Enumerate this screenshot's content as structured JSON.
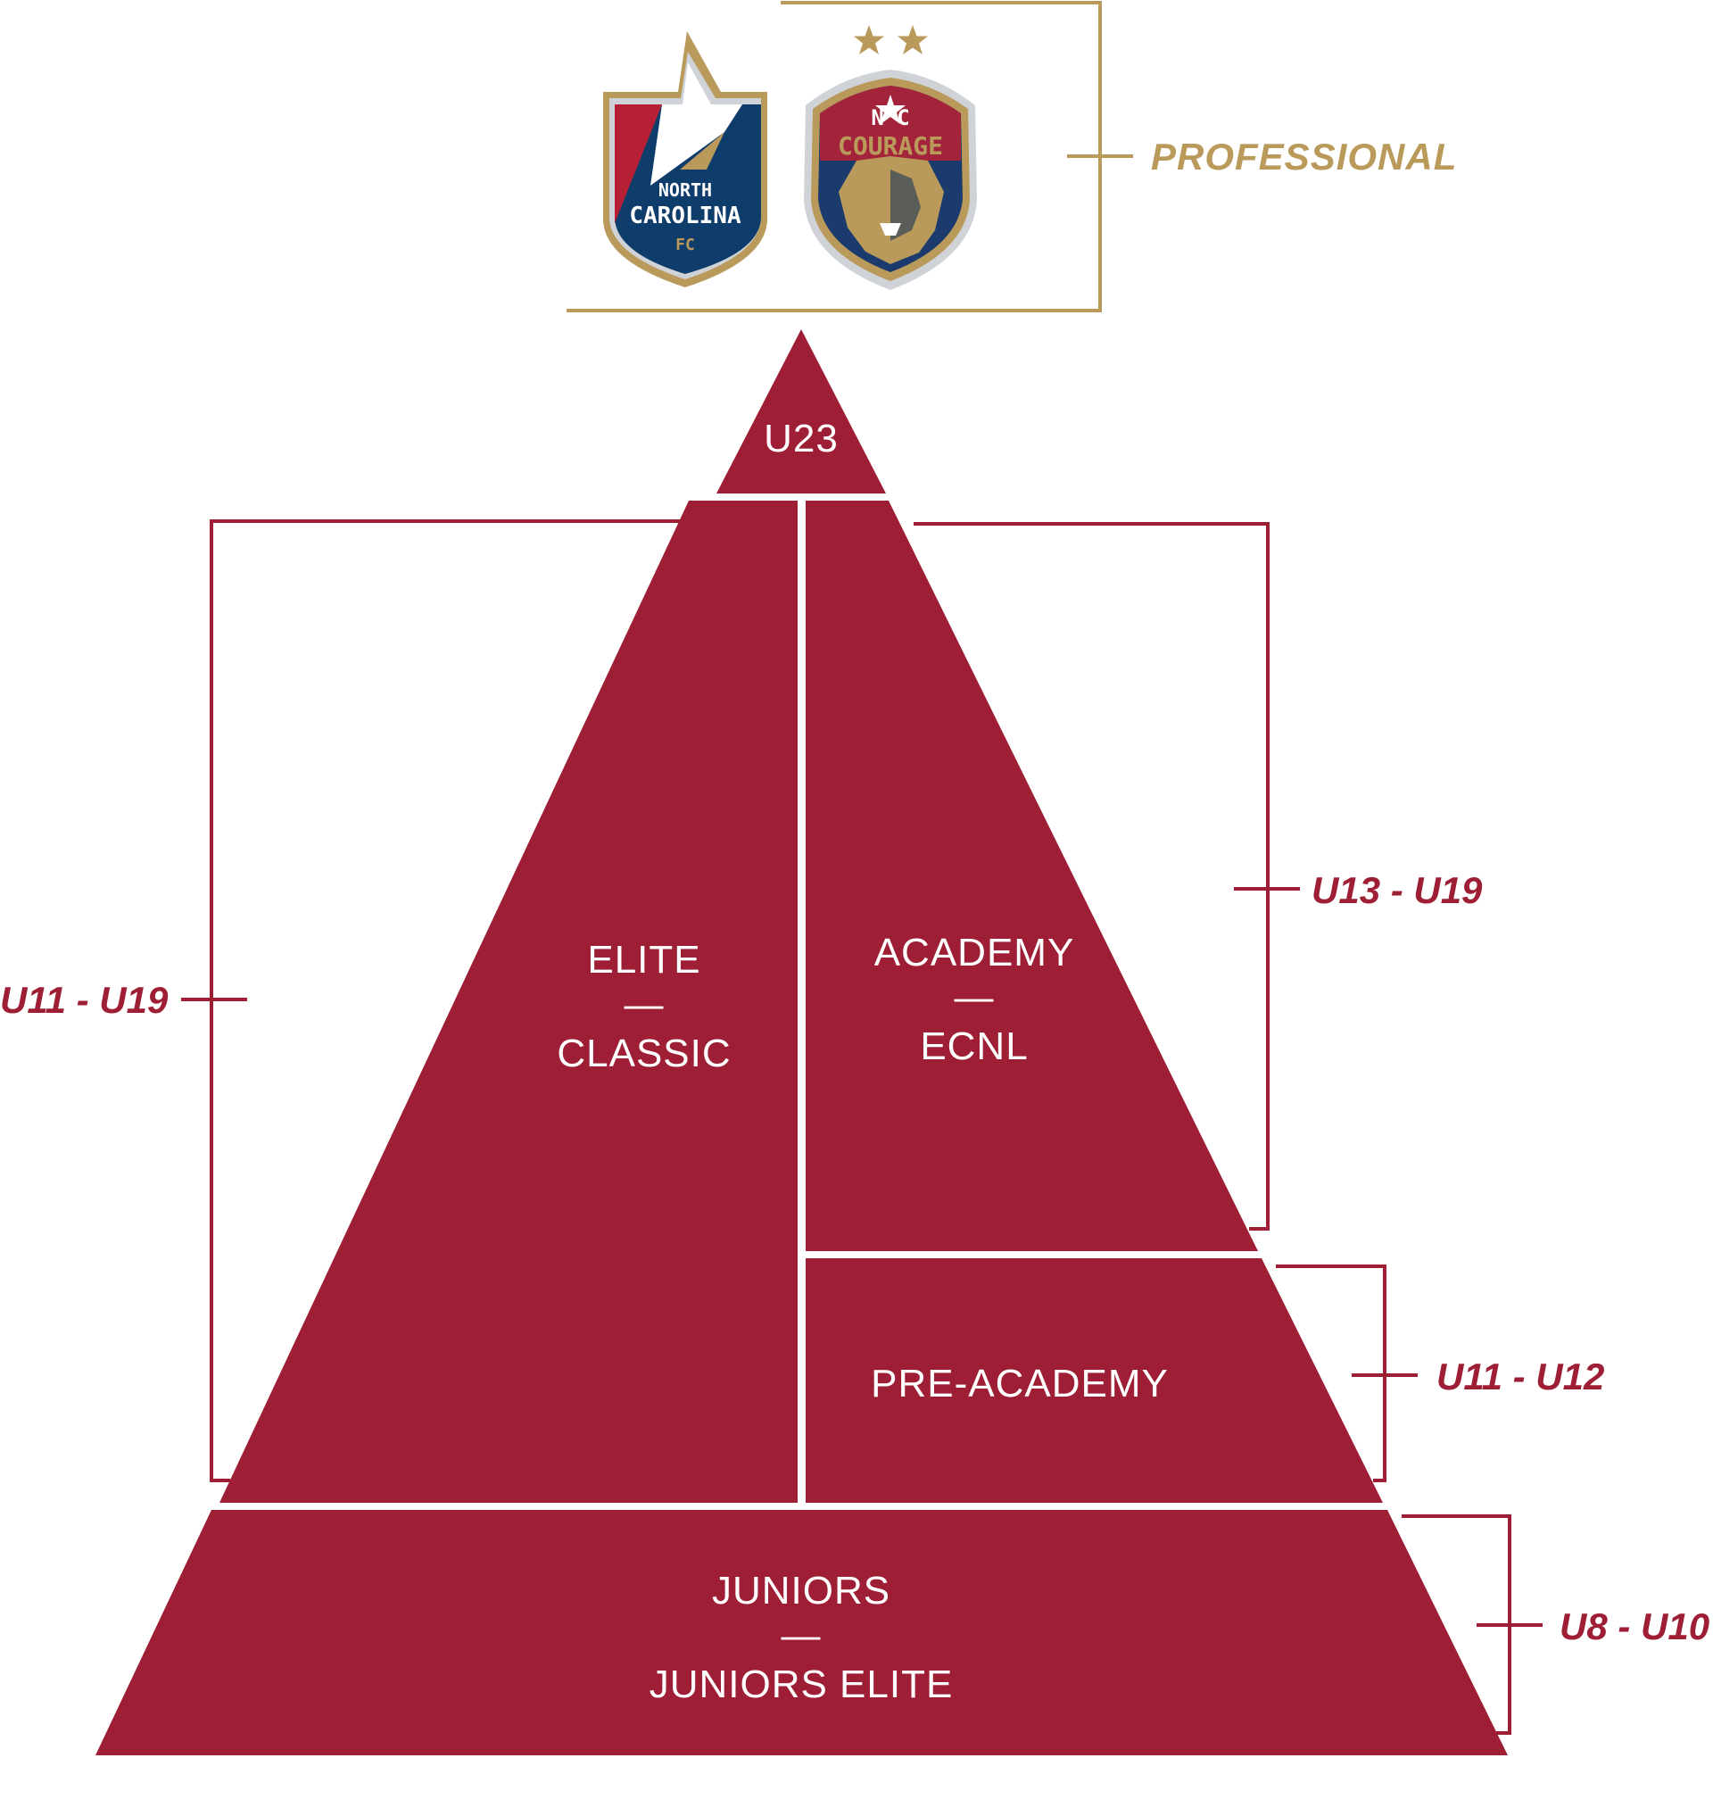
{
  "colors": {
    "pyramid": "#9e1f35",
    "bracket": "#9e1f35",
    "gold": "#b99a5b",
    "navy": "#0f3d6b",
    "white": "#ffffff"
  },
  "professional": {
    "label": "PROFESSIONAL",
    "logos": [
      {
        "icon": "north-carolina-fc-crest-icon",
        "lines": [
          "NORTH",
          "CAROLINA",
          "FC"
        ]
      },
      {
        "icon": "nc-courage-crest-icon",
        "top": "N C",
        "name": "COURAGE"
      }
    ]
  },
  "pyramid": {
    "u23": "U23",
    "elite": {
      "line1": "ELITE",
      "dash": "—",
      "line2": "CLASSIC"
    },
    "academy": {
      "line1": "ACADEMY",
      "dash": "—",
      "line2": "ECNL"
    },
    "pre_academy": "PRE-ACADEMY",
    "juniors": {
      "line1": "JUNIORS",
      "dash": "—",
      "line2": "JUNIORS ELITE"
    }
  },
  "ranges": {
    "left": "U11 - U19",
    "academy": "U13 - U19",
    "pre_academy": "U11 - U12",
    "juniors": "U8 - U10"
  }
}
